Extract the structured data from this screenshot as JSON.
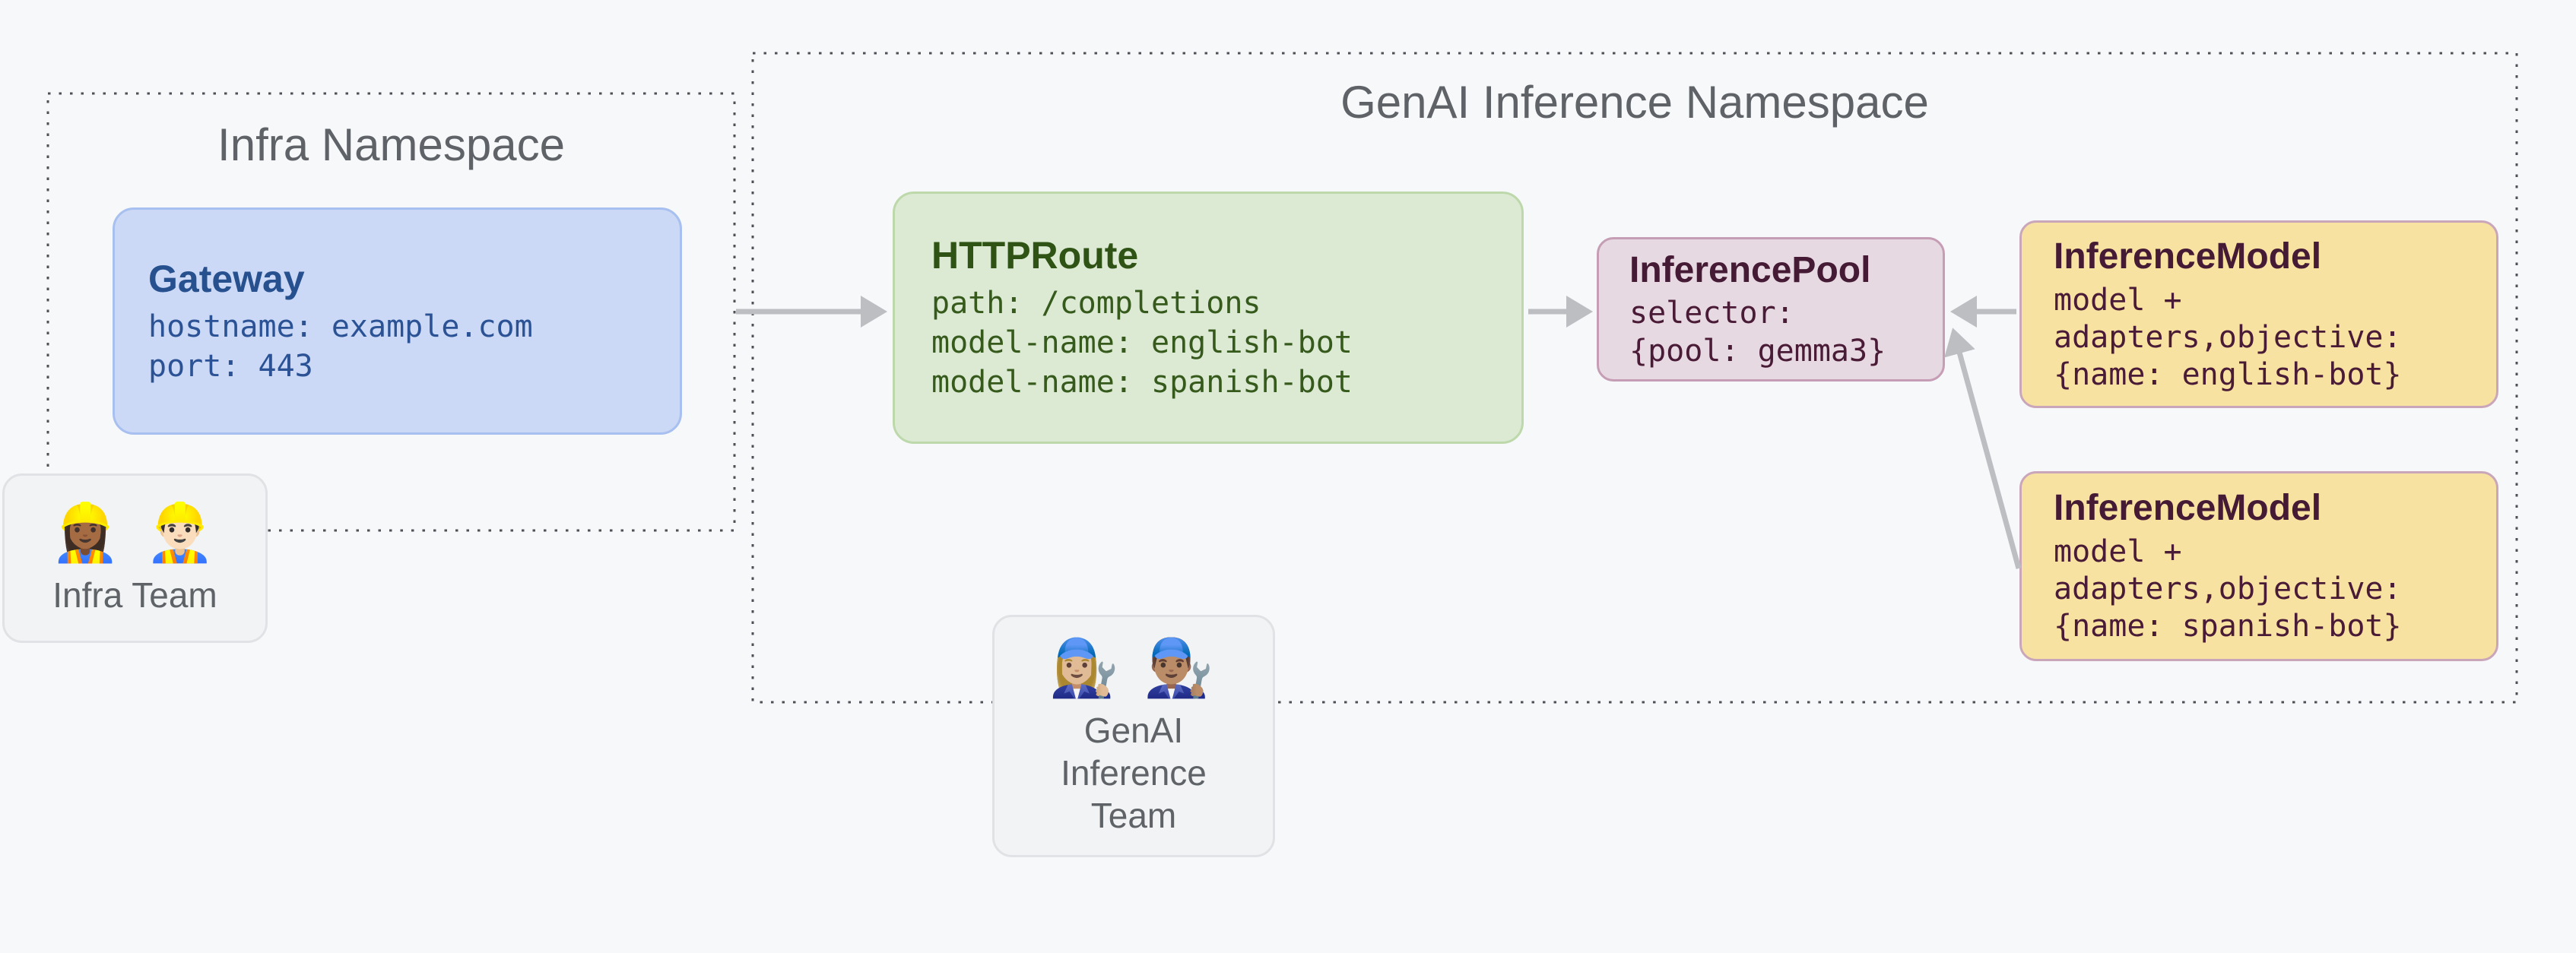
{
  "namespaces": {
    "infra": {
      "title": "Infra Namespace"
    },
    "genai": {
      "title": "GenAI Inference Namespace"
    }
  },
  "nodes": {
    "gateway": {
      "title": "Gateway",
      "lines": [
        "hostname: example.com",
        "port: 443"
      ]
    },
    "httproute": {
      "title": "HTTPRoute",
      "lines": [
        "path: /completions",
        "model-name: english-bot",
        "model-name: spanish-bot"
      ]
    },
    "inferencepool": {
      "title": "InferencePool",
      "lines": [
        "selector:",
        "{pool: gemma3}"
      ]
    },
    "inferencemodel_english": {
      "title": "InferenceModel",
      "lines": [
        "model +",
        "adapters,objective:",
        "{name: english-bot}"
      ]
    },
    "inferencemodel_spanish": {
      "title": "InferenceModel",
      "lines": [
        "model +",
        "adapters,objective:",
        "{name: spanish-bot}"
      ]
    }
  },
  "teams": {
    "infra": {
      "emojis": "👷🏾‍♀️ 👷🏻‍♂️",
      "label": "Infra Team"
    },
    "genai": {
      "emojis": "👩🏼‍🔧 👨🏽‍🔧",
      "label": "GenAI Inference Team"
    }
  },
  "edges": [
    {
      "from": "gateway",
      "to": "httproute"
    },
    {
      "from": "httproute",
      "to": "inferencepool"
    },
    {
      "from": "inferencemodel_english",
      "to": "inferencepool"
    },
    {
      "from": "inferencemodel_spanish",
      "to": "inferencepool"
    }
  ],
  "colors": {
    "background": "#f7f8fa",
    "namespace_border": "#4d5156",
    "namespace_title": "#5f6368",
    "arrow": "#bcbec2",
    "gateway": {
      "fill": "#cbd9f6",
      "border": "#a8c0ef",
      "text": "#2b5294"
    },
    "httproute": {
      "fill": "#dcead4",
      "border": "#bdd8aa",
      "text": "#365a1c"
    },
    "inferencepool": {
      "fill": "#e7d9e1",
      "border": "#c59eb5",
      "text": "#4a1b36"
    },
    "inferencemodel": {
      "fill": "#f8e2a1",
      "border": "#caa6bb",
      "text": "#4a1b36"
    },
    "team": {
      "fill": "#f1f3f4",
      "border": "#e0e2e5",
      "text": "#5f6368"
    }
  }
}
